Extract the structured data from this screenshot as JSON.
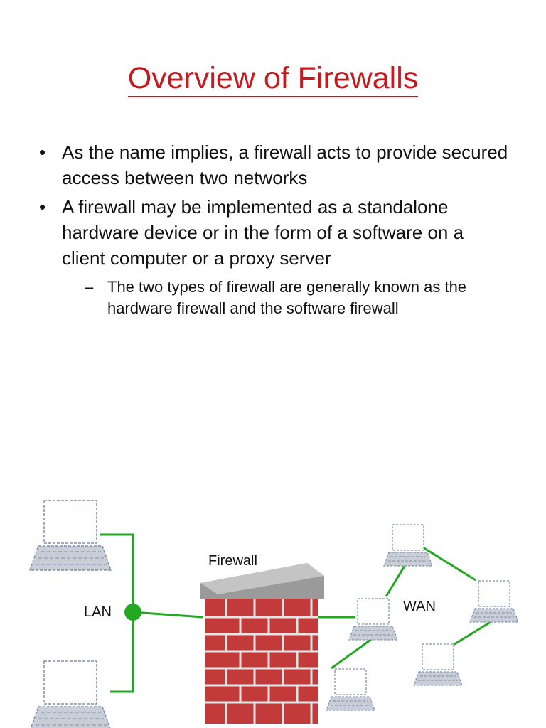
{
  "slide": {
    "title": "Overview of Firewalls",
    "bullets": [
      "As the name implies, a firewall acts to provide secured access between two networks",
      "A firewall may be implemented as a standalone hardware device or in the form of a software on a client computer or a proxy server"
    ],
    "sub_bullet": "The two types of firewall are generally known as the hardware firewall and the software firewall",
    "bullet_symbol": "•",
    "sub_bullet_symbol": "–"
  },
  "diagram": {
    "labels": {
      "lan": "LAN",
      "wan": "WAN",
      "firewall": "Firewall"
    },
    "colors": {
      "link": "#22a822",
      "brick": "#c23a3a",
      "mortar": "#e6e6e6",
      "wall_cap": "#9a9a9a",
      "computer_outline": "#7f8fb0",
      "keyboard": "#c9cdd6"
    },
    "icons": [
      "laptop-icon",
      "brick-wall-icon",
      "hub-node-icon"
    ]
  }
}
